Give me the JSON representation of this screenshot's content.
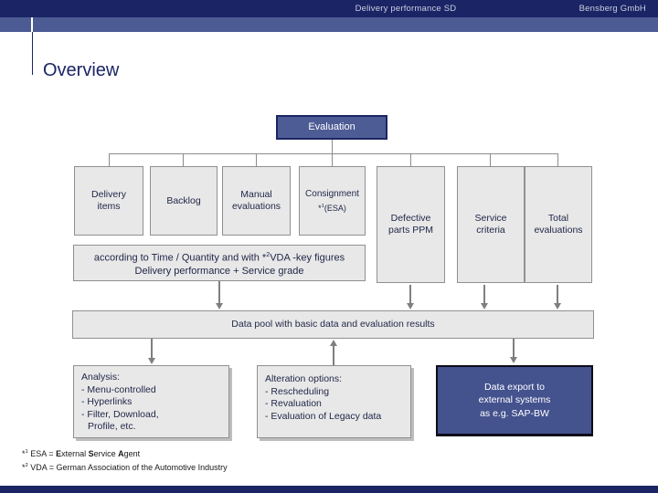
{
  "header": {
    "document_title": "Delivery performance SD",
    "company": "Bensberg GmbH"
  },
  "title": "Overview",
  "tree": {
    "root_label": "Evaluation",
    "boxes": {
      "delivery": {
        "line1": "Delivery",
        "line2": "items"
      },
      "backlog": {
        "line1": "Backlog"
      },
      "manual": {
        "line1": "Manual",
        "line2": "evaluations"
      },
      "consignment": {
        "line1": "Consignment",
        "star": "*",
        "sup": "1",
        "suffix": "(ESA)"
      },
      "defective": {
        "line1": "Defective",
        "line2": "parts PPM"
      },
      "service": {
        "line1": "Service",
        "line2": "criteria"
      },
      "total": {
        "line1": "Total",
        "line2": "evaluations"
      }
    }
  },
  "according": {
    "pre": "according to Time / Quantity and with *",
    "sup": "2",
    "post": "VDA -key figures",
    "line2": "Delivery performance + Service grade"
  },
  "datapool": {
    "label": "Data pool with basic data and evaluation results"
  },
  "bottom": {
    "analysis": {
      "lines": [
        "Analysis:",
        "- Menu-controlled",
        "- Hyperlinks",
        "- Filter, Download,",
        "Profile, etc."
      ]
    },
    "alteration": {
      "lines": [
        "Alteration options:",
        "- Rescheduling",
        "- Revaluation",
        "- Evaluation of Legacy data"
      ]
    },
    "export": {
      "lines": [
        "Data export to",
        "external systems",
        "as e.g. SAP-BW"
      ]
    }
  },
  "footnotes": {
    "f1": {
      "star": "*",
      "sup": "1",
      "pre": " ESA = ",
      "b1": "E",
      "t1": "xternal ",
      "b2": "S",
      "t2": "ervice ",
      "b3": "A",
      "t3": "gent"
    },
    "f2": {
      "star": "*",
      "sup": "2",
      "text": " VDA = German Association of the Automotive Industry"
    }
  },
  "colors": {
    "navy": "#1b2566",
    "band_blue": "#4d5b94",
    "box_blue": "#4e5c95",
    "export_blue": "#44528e",
    "gray_fill": "#e8e8e8",
    "gray_border": "#909090",
    "arrow_gray": "#7f7f7f"
  }
}
